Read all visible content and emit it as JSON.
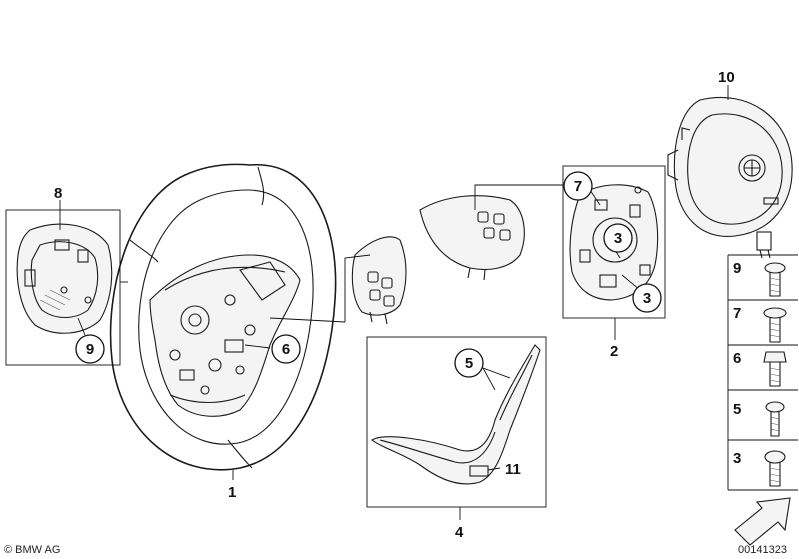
{
  "callouts": {
    "p1": "1",
    "p2": "2",
    "p3a": "3",
    "p3b": "3",
    "p4": "4",
    "p5": "5",
    "p6": "6",
    "p7": "7",
    "p8": "8",
    "p9": "9",
    "p10": "10",
    "p11": "11"
  },
  "fastener_legend": [
    {
      "label": "9"
    },
    {
      "label": "7"
    },
    {
      "label": "6"
    },
    {
      "label": "5"
    },
    {
      "label": "3"
    }
  ],
  "copyright": "© BMW AG",
  "drawing_number": "00141323"
}
